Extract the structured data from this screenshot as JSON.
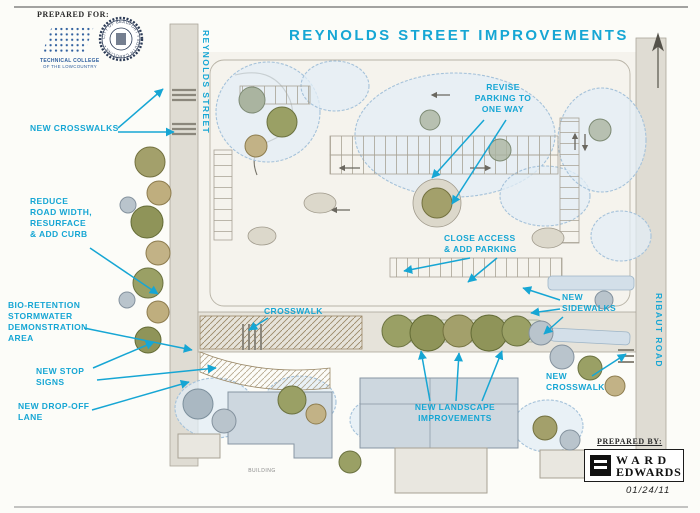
{
  "accent_color": "#16a6d4",
  "title": "REYNOLDS STREET IMPROVEMENTS",
  "header": {
    "prepared_for": "PREPARED FOR:",
    "tcl_line1": "TECHNICAL COLLEGE",
    "tcl_line2": "OF THE LOWCOUNTRY",
    "seal_text": "CITY OF BEAUFORT • SOUTH CAROLINA •"
  },
  "street_labels": {
    "reynolds": "REYNOLDS STREET",
    "ribaut": "RIBAUT ROAD"
  },
  "plan": {
    "building_label": "BUILDING"
  },
  "annotations": [
    {
      "id": "new-crosswalks",
      "text": "NEW CROSSWALKS"
    },
    {
      "id": "reduce-road-width",
      "text": "REDUCE\nROAD WIDTH,\nRESURFACE\n& ADD CURB"
    },
    {
      "id": "bio-retention",
      "text": "BIO-RETENTION\nSTORMWATER\nDEMONSTRATION\nAREA"
    },
    {
      "id": "new-stop-signs",
      "text": "NEW STOP\nSIGNS"
    },
    {
      "id": "new-drop-off-lane",
      "text": "NEW DROP-OFF\nLANE"
    },
    {
      "id": "revise-parking",
      "text": "REVISE\nPARKING TO\nONE WAY"
    },
    {
      "id": "close-access",
      "text": "CLOSE ACCESS\n& ADD PARKING"
    },
    {
      "id": "crosswalk",
      "text": "CROSSWALK"
    },
    {
      "id": "new-sidewalks",
      "text": "NEW\nSIDEWALKS"
    },
    {
      "id": "new-crosswalk",
      "text": "NEW\nCROSSWALK"
    },
    {
      "id": "new-landscape",
      "text": "NEW LANDSCAPE\nIMPROVEMENTS"
    }
  ],
  "footer": {
    "prepared_by": "PREPARED BY:",
    "firm_line1": "WARD",
    "firm_line2": "EDWARDS",
    "date": "01/24/11"
  }
}
